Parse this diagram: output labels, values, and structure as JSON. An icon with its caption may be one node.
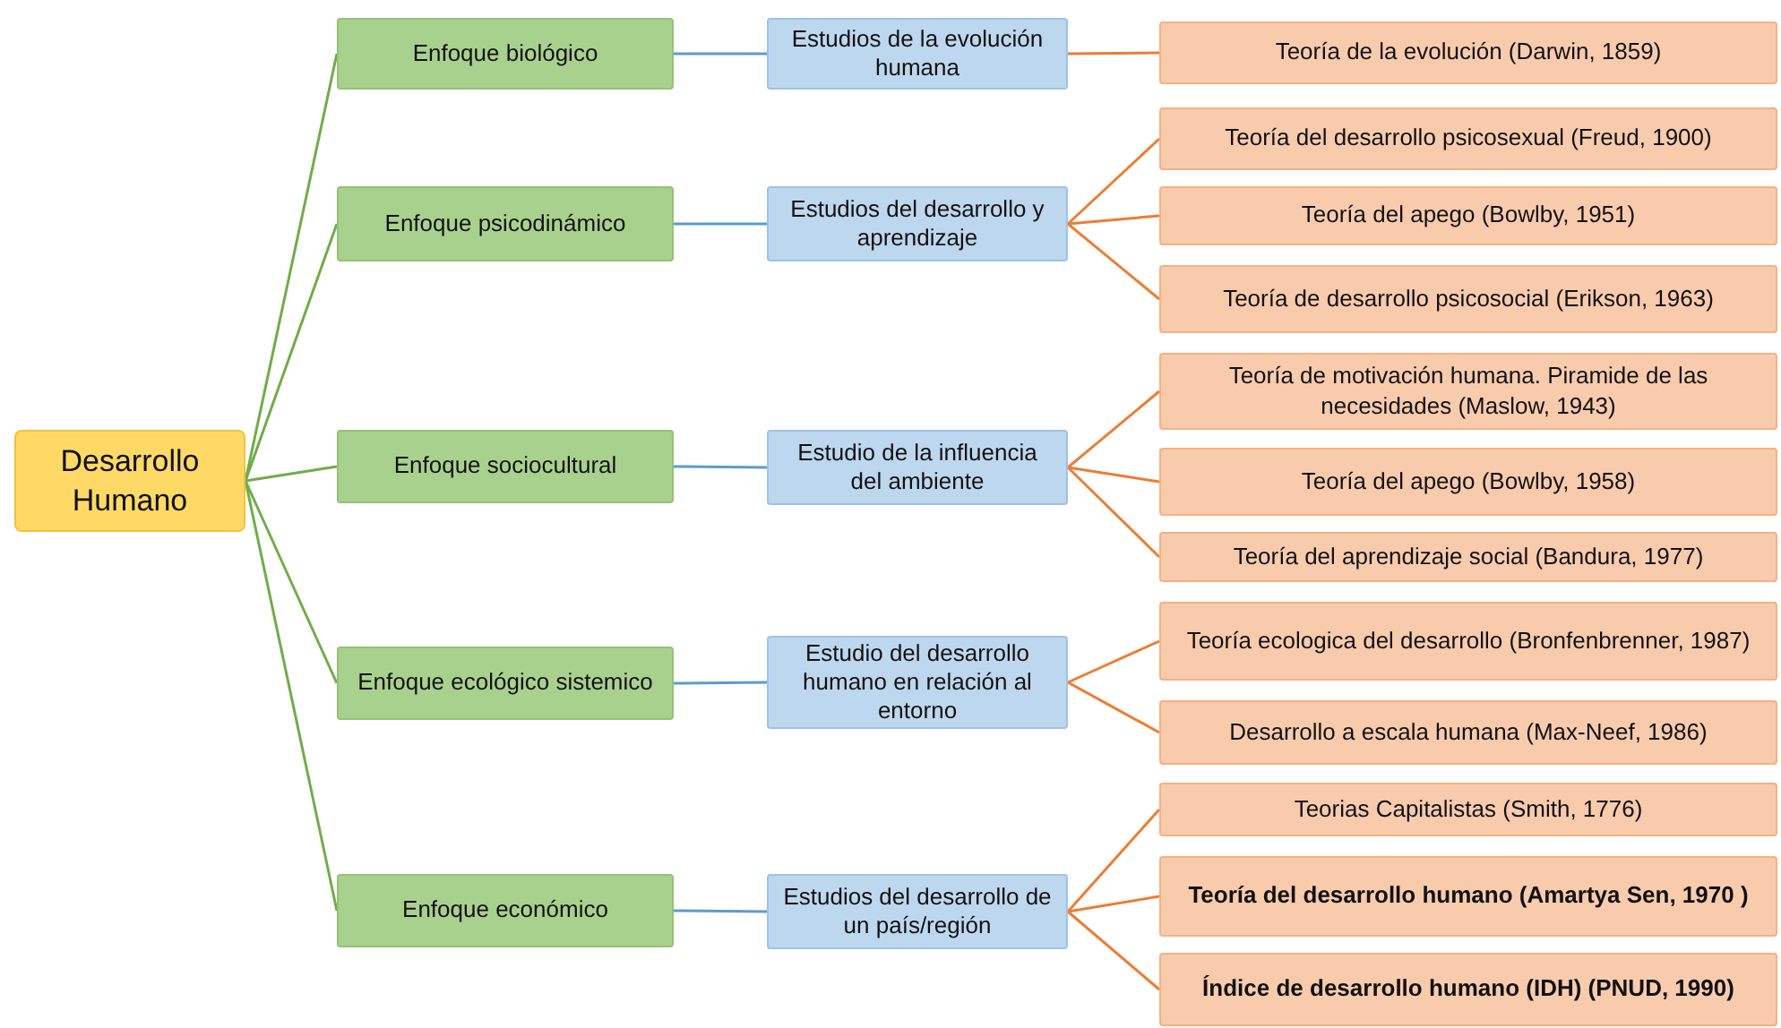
{
  "diagram": {
    "nodes": [
      {
        "text": [
          "Desarrollo Humano"
        ]
      },
      {
        "text": [
          "Enfoque biológico"
        ]
      },
      {
        "text": [
          "Estudios de la evolución humana"
        ]
      },
      {
        "text": [
          "Teoría de la evolución (Darwin, 1859)"
        ]
      },
      {
        "text": [
          "Enfoque psicodinámico"
        ]
      },
      {
        "text": [
          "Estudios del desarrollo y aprendizaje"
        ]
      },
      {
        "text": [
          "Teoría del desarrollo psicosexual (Freud, 1900)"
        ]
      },
      {
        "text": [
          "Teoría del apego (Bowlby, 1951)"
        ]
      },
      {
        "text": [
          "Teoría de desarrollo psicosocial (Erikson, 1963)"
        ]
      },
      {
        "text": [
          "Enfoque sociocultural"
        ]
      },
      {
        "text": [
          "Estudio de la influencia del ambiente"
        ]
      },
      {
        "text": [
          "Teoría de motivación humana. Piramide de las necesidades (Maslow, 1943)"
        ]
      },
      {
        "text": [
          "Teoría del apego (Bowlby, 1958)"
        ]
      },
      {
        "text": [
          "Teoría del aprendizaje social (Bandura, 1977)"
        ]
      },
      {
        "text": [
          "Enfoque ecológico sistemico"
        ]
      },
      {
        "text": [
          "Estudio del desarrollo humano en relación al entorno"
        ]
      },
      {
        "text": [
          "Teoría ecologica del desarrollo (Bronfenbrenner, 1987)"
        ]
      },
      {
        "text": [
          "Desarrollo a escala humana (Max-Neef, 1986)"
        ]
      },
      {
        "text": [
          "Enfoque económico"
        ]
      },
      {
        "text": [
          "Estudios del desarrollo de un país/región"
        ]
      },
      {
        "text": [
          "Teorias Capitalistas (Smith, 1776)"
        ]
      },
      {
        "text": [
          "Teoría del desarrollo humano (Amartya Sen, 1970 )"
        ]
      },
      {
        "text": [
          "Índice de desarrollo humano (IDH) (PNUD, 1990)"
        ]
      }
    ],
    "edges": [
      {
        "from": 0,
        "to": 1,
        "arrow": "none",
        "color": "#70ad47"
      },
      {
        "from": 0,
        "to": 4,
        "arrow": "none",
        "color": "#70ad47"
      },
      {
        "from": 0,
        "to": 9,
        "arrow": "none",
        "color": "#70ad47"
      },
      {
        "from": 0,
        "to": 14,
        "arrow": "none",
        "color": "#70ad47"
      },
      {
        "from": 0,
        "to": 18,
        "arrow": "none",
        "color": "#70ad47"
      },
      {
        "from": 1,
        "to": 2,
        "arrow": "none",
        "color": "#5b9bd5"
      },
      {
        "from": 4,
        "to": 5,
        "arrow": "none",
        "color": "#5b9bd5"
      },
      {
        "from": 9,
        "to": 10,
        "arrow": "none",
        "color": "#5b9bd5"
      },
      {
        "from": 14,
        "to": 15,
        "arrow": "none",
        "color": "#5b9bd5"
      },
      {
        "from": 18,
        "to": 19,
        "arrow": "none",
        "color": "#5b9bd5"
      },
      {
        "from": 2,
        "to": 3,
        "arrow": "none"
      },
      {
        "from": 5,
        "to": 6,
        "arrow": "none"
      },
      {
        "from": 5,
        "to": 7,
        "arrow": "none"
      },
      {
        "from": 5,
        "to": 8,
        "arrow": "none"
      },
      {
        "from": 10,
        "to": 11,
        "arrow": "none"
      },
      {
        "from": 10,
        "to": 12,
        "arrow": "none"
      },
      {
        "from": 10,
        "to": 13,
        "arrow": "none"
      },
      {
        "from": 15,
        "to": 16,
        "arrow": "none"
      },
      {
        "from": 15,
        "to": 17,
        "arrow": "none"
      },
      {
        "from": 19,
        "to": 20,
        "arrow": "none"
      },
      {
        "from": 19,
        "to": 21,
        "arrow": "none"
      },
      {
        "from": 19,
        "to": 22,
        "arrow": "none"
      }
    ]
  }
}
